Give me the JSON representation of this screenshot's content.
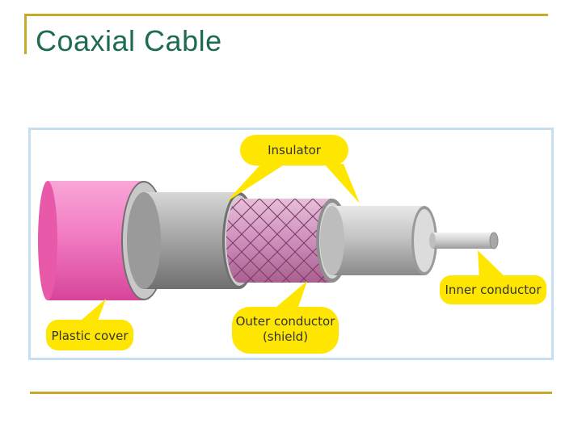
{
  "slide": {
    "title": "Coaxial Cable"
  },
  "figure": {
    "labels": {
      "insulator": "Insulator",
      "inner_conductor": "Inner conductor",
      "plastic_cover": "Plastic cover",
      "outer_conductor_line1": "Outer conductor",
      "outer_conductor_line2": "(shield)"
    },
    "colors": {
      "frame": "#c5dff0",
      "plastic_cover": "#f05fb0",
      "insulator": "#a3a3a3",
      "shield": "#d9a3c8",
      "inner_conductor": "#c9c9c9",
      "callout": "#ffe600",
      "accent_rule": "#c8a92a",
      "title": "#1f6b52"
    }
  }
}
